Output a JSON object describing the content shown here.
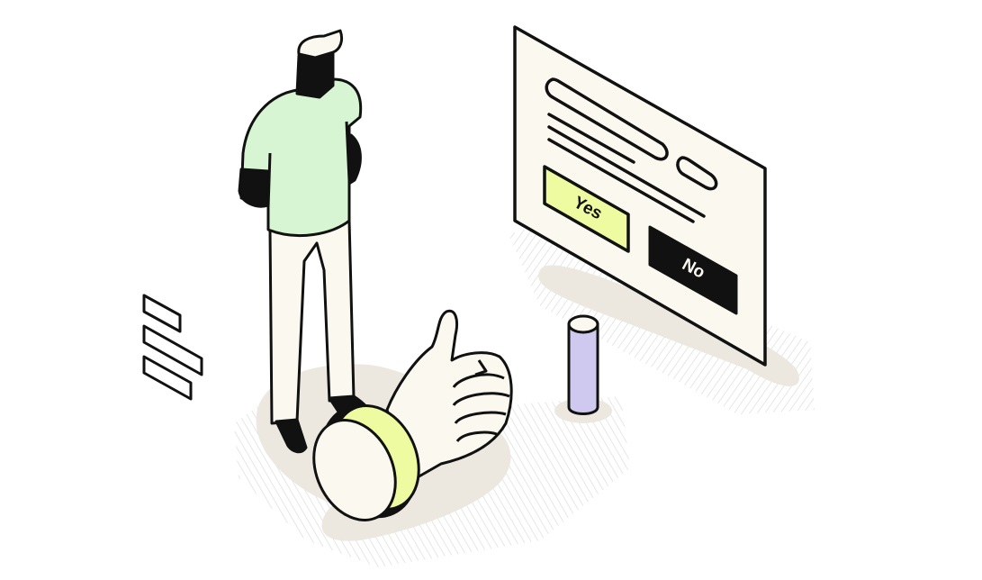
{
  "illustration": {
    "description": "Isometric illustration of a person looking at a feedback prompt with Yes/No buttons beside a large thumbs-up hand",
    "panel": {
      "yes_label": "Yes",
      "no_label": "No"
    },
    "colors": {
      "outline": "#111111",
      "cream": "#fbf9ef",
      "shirt": "#d8f5d3",
      "yes_button": "#eefba0",
      "no_button": "#111111",
      "cylinder": "#cfc9f0",
      "cuff_band": "#eefba0",
      "ground_shadow": "#ece8df",
      "hatch": "#d6d6d6"
    }
  }
}
